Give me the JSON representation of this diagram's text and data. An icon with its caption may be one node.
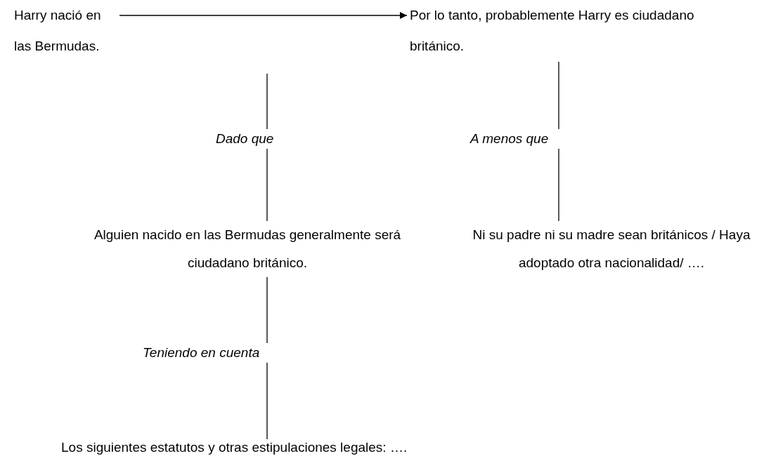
{
  "diagram": {
    "nodes": [
      {
        "text": [
          "Harry nació en las Bermudas."
        ]
      },
      {
        "text": [
          "Por lo tanto, probablemente Harry es ciudadano británico."
        ]
      },
      {
        "text": [
          "Dado que"
        ]
      },
      {
        "text": [
          "A menos que"
        ]
      },
      {
        "text": [
          "Alguien nacido en las Bermudas generalmente será ciudadano británico."
        ]
      },
      {
        "text": [
          "Ni su padre ni su madre sean británicos / Haya adoptado otra nacionalidad/ …."
        ]
      },
      {
        "text": [
          "Teniendo en cuenta"
        ]
      },
      {
        "text": [
          "Los siguientes estatutos y otras estipulaciones legales: …."
        ]
      }
    ],
    "edges": [
      {
        "from": 0,
        "to": 1,
        "arrow": "to"
      },
      {
        "from": 2,
        "to": null,
        "arrow": "none"
      },
      {
        "from": 2,
        "to": 4,
        "arrow": "none"
      },
      {
        "from": 1,
        "to": 3,
        "arrow": "none"
      },
      {
        "from": 3,
        "to": 5,
        "arrow": "none"
      },
      {
        "from": 4,
        "to": 6,
        "arrow": "none"
      },
      {
        "from": 6,
        "to": 7,
        "arrow": "none"
      }
    ]
  }
}
